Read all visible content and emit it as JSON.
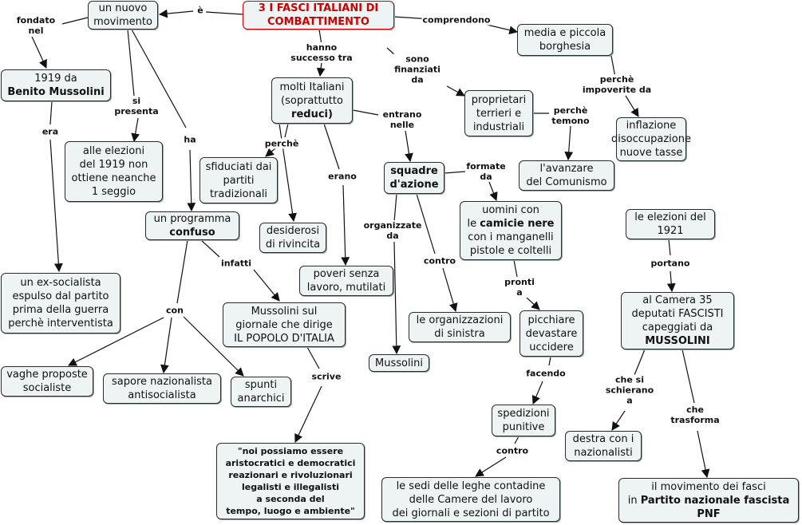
{
  "nodes": {
    "title": {
      "lines": [
        "3 I FASCI ITALIANI DI",
        "COMBATTIMENTO"
      ]
    },
    "movimento": {
      "lines": [
        "un nuovo",
        "movimento"
      ]
    },
    "media": {
      "lines": [
        "media e piccola",
        "borghesia"
      ]
    },
    "mussolini1919": {
      "lines": [
        "1919 da"
      ],
      "bold": "Benito Mussolini"
    },
    "italiani": {
      "lines": [
        "molti Italiani",
        "(soprattutto"
      ],
      "bold": "reduci)"
    },
    "proprietari": {
      "lines": [
        "proprietari",
        "terrieri e",
        "industriali"
      ]
    },
    "inflazione": {
      "lines": [
        "inflazione",
        "disoccupazione",
        "nuove tasse"
      ]
    },
    "elezioni1919": {
      "lines": [
        "alle elezioni",
        "del 1919 non",
        "ottiene neanche",
        "1 seggio"
      ]
    },
    "sfiduciati": {
      "lines": [
        "sfiduciati dai",
        "partiti",
        "tradizionali"
      ]
    },
    "squadre": {
      "lines": [],
      "bold_lines": [
        "squadre",
        "d'azione"
      ]
    },
    "comunismo": {
      "lines": [
        "l'avanzare",
        "del Comunismo"
      ]
    },
    "programma": {
      "lines": [
        "un programma"
      ],
      "bold": "confuso"
    },
    "desiderosi": {
      "lines": [
        "desiderosi",
        "di rivincita"
      ]
    },
    "uomini": {
      "lines": [
        "uomini con"
      ],
      "mixed": [
        "le ",
        "camicie nere"
      ],
      "lines_after": [
        "con i manganelli",
        "pistole e coltelli"
      ]
    },
    "elezioni1921": {
      "lines": [
        "le elezioni del",
        "1921"
      ]
    },
    "poveri": {
      "lines": [
        "poveri senza",
        "lavoro, mutilati"
      ]
    },
    "exsocialista": {
      "lines": [
        "un ex-socialista",
        "espulso dal partito",
        "prima della guerra",
        "perchè interventista"
      ]
    },
    "popolo": {
      "lines": [
        "Mussolini  sul",
        "giornale che dirige",
        "IL POPOLO D'ITALIA"
      ]
    },
    "organizzazioni": {
      "lines": [
        "le organizzazioni",
        "di sinistra"
      ]
    },
    "picchiare": {
      "lines": [
        "picchiare",
        "devastare",
        "uccidere"
      ]
    },
    "camera": {
      "lines": [
        "al Camera 35",
        "deputati FASCISTI",
        "capeggiati da"
      ],
      "bold": "MUSSOLINI"
    },
    "mussolini": {
      "lines": [
        "Mussolini"
      ]
    },
    "vaghe": {
      "lines": [
        "vaghe proposte",
        "socialiste"
      ]
    },
    "sapore": {
      "lines": [
        "sapore nazionalista",
        "antisocialista"
      ]
    },
    "spunti": {
      "lines": [
        "spunti",
        "anarchici"
      ]
    },
    "spedizioni": {
      "lines": [
        "spedizioni",
        "punitive"
      ]
    },
    "destra": {
      "lines": [
        "destra con i",
        "nazionalisti"
      ]
    },
    "quote": {
      "bold_lines": [
        "\"noi possiamo essere",
        "aristocratici e democratici",
        "reazionari e rivoluzionari",
        "legalisti e illegalisti",
        "a seconda del",
        "tempo, luogo e ambiente\""
      ]
    },
    "sedi": {
      "lines": [
        "le sedi delle leghe contadine",
        "delle Camere del lavoro",
        "dei giornali e sezioni di partito"
      ]
    },
    "pnf": {
      "lines": [
        "il movimento dei fasci"
      ],
      "mixed": [
        "in ",
        "Partito nazionale fascista"
      ],
      "bold_after": "PNF"
    }
  },
  "link_labels": {
    "e": [
      "è"
    ],
    "comprendono": [
      "comprendono"
    ],
    "fondato_nel": [
      "fondato",
      "nel"
    ],
    "hanno_successo": [
      "hanno",
      "successo tra"
    ],
    "sono_finanziati": [
      "sono",
      "finanziati",
      "da"
    ],
    "si_presenta": [
      "si",
      "presenta"
    ],
    "ha": [
      "ha"
    ],
    "era": [
      "era"
    ],
    "perche_impoverite": [
      "perchè",
      "impoverite da"
    ],
    "entrano_nelle": [
      "entrano",
      "nelle"
    ],
    "perche1": [
      "perchè"
    ],
    "perche_temono": [
      "perchè",
      "temono"
    ],
    "erano": [
      "erano"
    ],
    "formate_da": [
      "formate",
      "da"
    ],
    "organizzate_da": [
      "organizzate",
      "da"
    ],
    "infatti": [
      "infatti"
    ],
    "contro1": [
      "contro"
    ],
    "portano": [
      "portano"
    ],
    "pronti_a": [
      "pronti",
      "a"
    ],
    "con": [
      "con"
    ],
    "facendo": [
      "facendo"
    ],
    "scrive": [
      "scrive"
    ],
    "che_si_schierano": [
      "che si",
      "schierano",
      "a"
    ],
    "che_trasforma": [
      "che",
      "trasforma"
    ],
    "contro2": [
      "contro"
    ]
  }
}
